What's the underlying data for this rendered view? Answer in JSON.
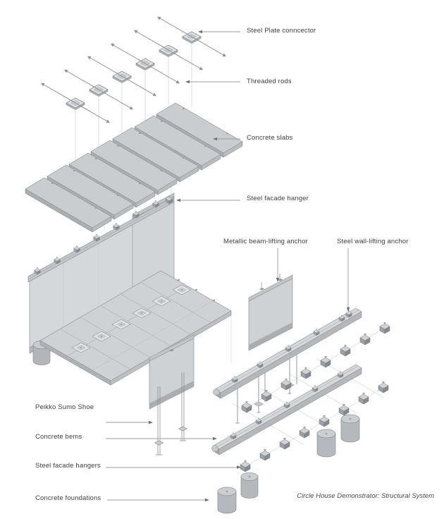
{
  "caption": "Circle House Demonstrator: Structural System",
  "labels": {
    "steel_plate_connector": "Steel Plate conncector",
    "threaded_rods": "Threaded rods",
    "concrete_slabs": "Concrete slabs",
    "steel_facade_hanger": "Steel facade hanger",
    "metallic_beam_lifting_anchor": "Metallic beam-lifting anchor",
    "steel_wall_lifting_anchor": "Steel wall-lifting anchor",
    "peikko_sumo_shoe": "Peikko Sumo Shoe",
    "concrete_beams": "Concrete bems",
    "steel_facade_hangers": "Steel facade hangers",
    "concrete_foundations": "Concrete foundations"
  },
  "diagram": {
    "type": "exploded-axonometric-structural-diagram",
    "components": [
      {
        "name": "steel-plate-connector",
        "count": 6
      },
      {
        "name": "threaded-rod",
        "count": 6
      },
      {
        "name": "concrete-slab",
        "count": 7
      },
      {
        "name": "facade-wall",
        "count": 1
      },
      {
        "name": "wall-panel",
        "count": 3
      },
      {
        "name": "floor-plate",
        "count": 1
      },
      {
        "name": "floor-connector-plate",
        "count": 6
      },
      {
        "name": "concrete-beam",
        "count": 2
      },
      {
        "name": "peikko-sumo-shoe",
        "count": 2
      },
      {
        "name": "steel-hanger-block",
        "count": 16
      },
      {
        "name": "concrete-foundation-cylinder",
        "count": 5
      }
    ],
    "colors": {
      "background": "#ffffff",
      "label_text": "#3f3f3f",
      "caption_text": "#4b4b4b",
      "leader_line": "#9c9c9c",
      "outline": "#8d939a",
      "surface_light": "#d5d8da",
      "surface_mid": "#c6cacd",
      "surface_dark": "#9aa0a5"
    }
  }
}
